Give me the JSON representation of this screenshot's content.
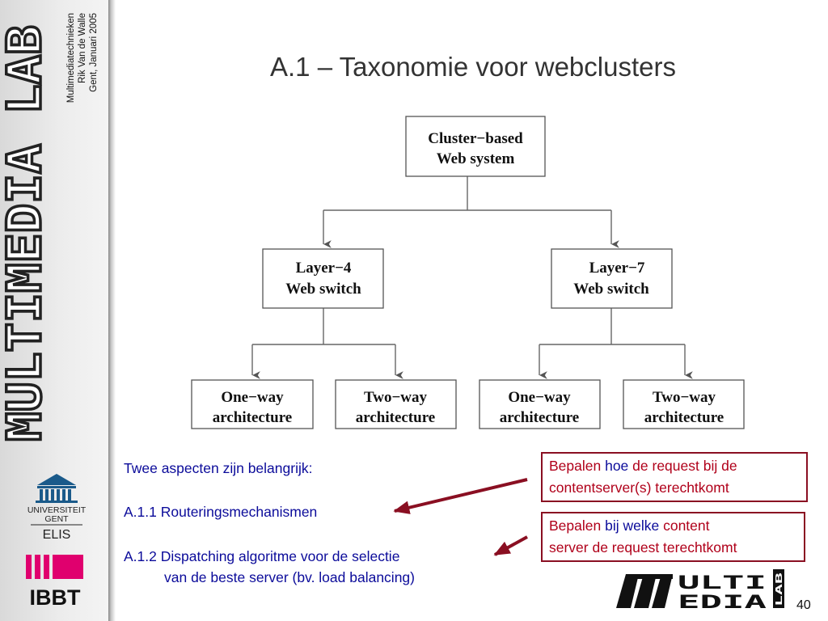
{
  "sidebar": {
    "brand_text": "MULTIMEDIA LAB",
    "meta_lines": [
      "Multimediatechnieken",
      "Rik Van de Walle",
      "Gent, Januari 2005"
    ],
    "university_lines": [
      "UNIVERSITEIT",
      "GENT"
    ],
    "department": "ELIS",
    "institute": "IBBT"
  },
  "slide": {
    "title": "A.1 – Taxonomie voor webclusters",
    "page_number": "40"
  },
  "diagram": {
    "root": [
      "Cluster−based",
      "Web system"
    ],
    "layer4": [
      "Layer−4",
      "Web switch"
    ],
    "layer7": [
      "Layer−7",
      "Web switch"
    ],
    "leaf1": [
      "One−way",
      "architecture"
    ],
    "leaf2": [
      "Two−way",
      "architecture"
    ],
    "leaf3": [
      "One−way",
      "architecture"
    ],
    "leaf4": [
      "Two−way",
      "architecture"
    ]
  },
  "content": {
    "intro": "Twee aspecten zijn belangrijk:",
    "item1": "A.1.1 Routeringsmechanismen",
    "item2_line1": "A.1.2 Dispatching algoritme voor de selectie",
    "item2_line2": "van de beste server (bv. load balancing)"
  },
  "callout1": {
    "line1_part1": "Bepalen ",
    "line1_part2": "hoe",
    "line1_part3": " de request bij de",
    "line2": "contentserver(s) terechtkomt"
  },
  "callout2": {
    "line1_part1": "Bepalen ",
    "line1_part2": "bij welke",
    "line1_part3": " content",
    "line2": "server de request terechtkomt"
  },
  "footer_logo": {
    "line1": "ULTI",
    "line2": "EDIA",
    "side": "LAB"
  },
  "colors": {
    "callout_border": "#8a0f22",
    "callout_text_red": "#b0001a",
    "body_text_blue": "#0b0b9a",
    "ibbt_pink": "#e0006e"
  }
}
